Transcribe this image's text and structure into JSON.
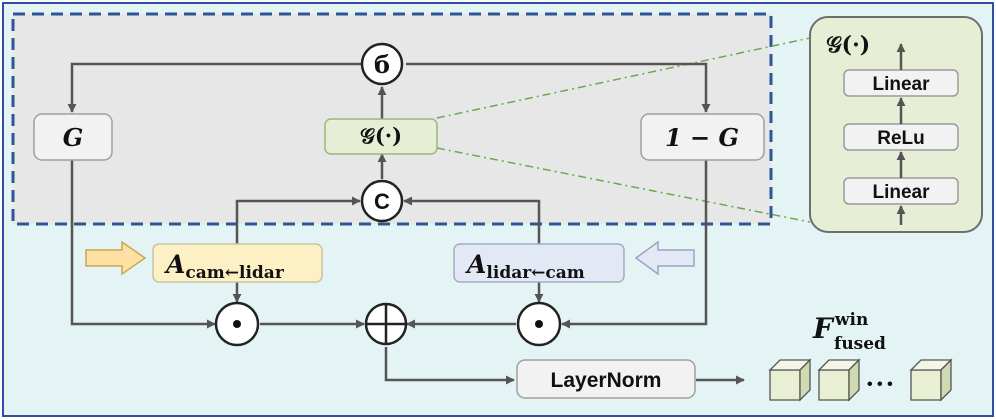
{
  "colors": {
    "outer_bg": "#e4f4f5",
    "outer_border": "#2e4fa3",
    "gate_region_bg": "#e7e7e7",
    "gate_region_border": "#2e5596",
    "node_fill": "#f2f2f2",
    "node_border": "#a0a0a0",
    "green_fill": "#e6efd6",
    "green_border": "#a2b47c",
    "cam_fill": "#fdf0c4",
    "lidar_fill": "#e3e8f5",
    "arrow": "#555555",
    "dash_green": "#6aa84f",
    "cube_fill": "#e8efd3"
  },
  "nodes": {
    "g_left": "G",
    "g_func": "𝒢(·)",
    "one_minus_g": "1 − G",
    "sigma": "б",
    "concat": "C",
    "a_cam_base": "A",
    "a_cam_sub": "cam←lidar",
    "a_lidar_base": "A",
    "a_lidar_sub": "lidar←cam",
    "layernorm": "LayerNorm"
  },
  "mlp_panel": {
    "title": "𝒢(·)",
    "layers": [
      "Linear",
      "ReLu",
      "Linear"
    ]
  },
  "output": {
    "base": "F",
    "sup": "win",
    "sub": "fused",
    "ellipsis": "• • •"
  },
  "icons": {
    "multiply": "odot-icon",
    "add": "oplus-icon",
    "input_arrow": "block-arrow-icon",
    "tensor": "cube-icon"
  }
}
